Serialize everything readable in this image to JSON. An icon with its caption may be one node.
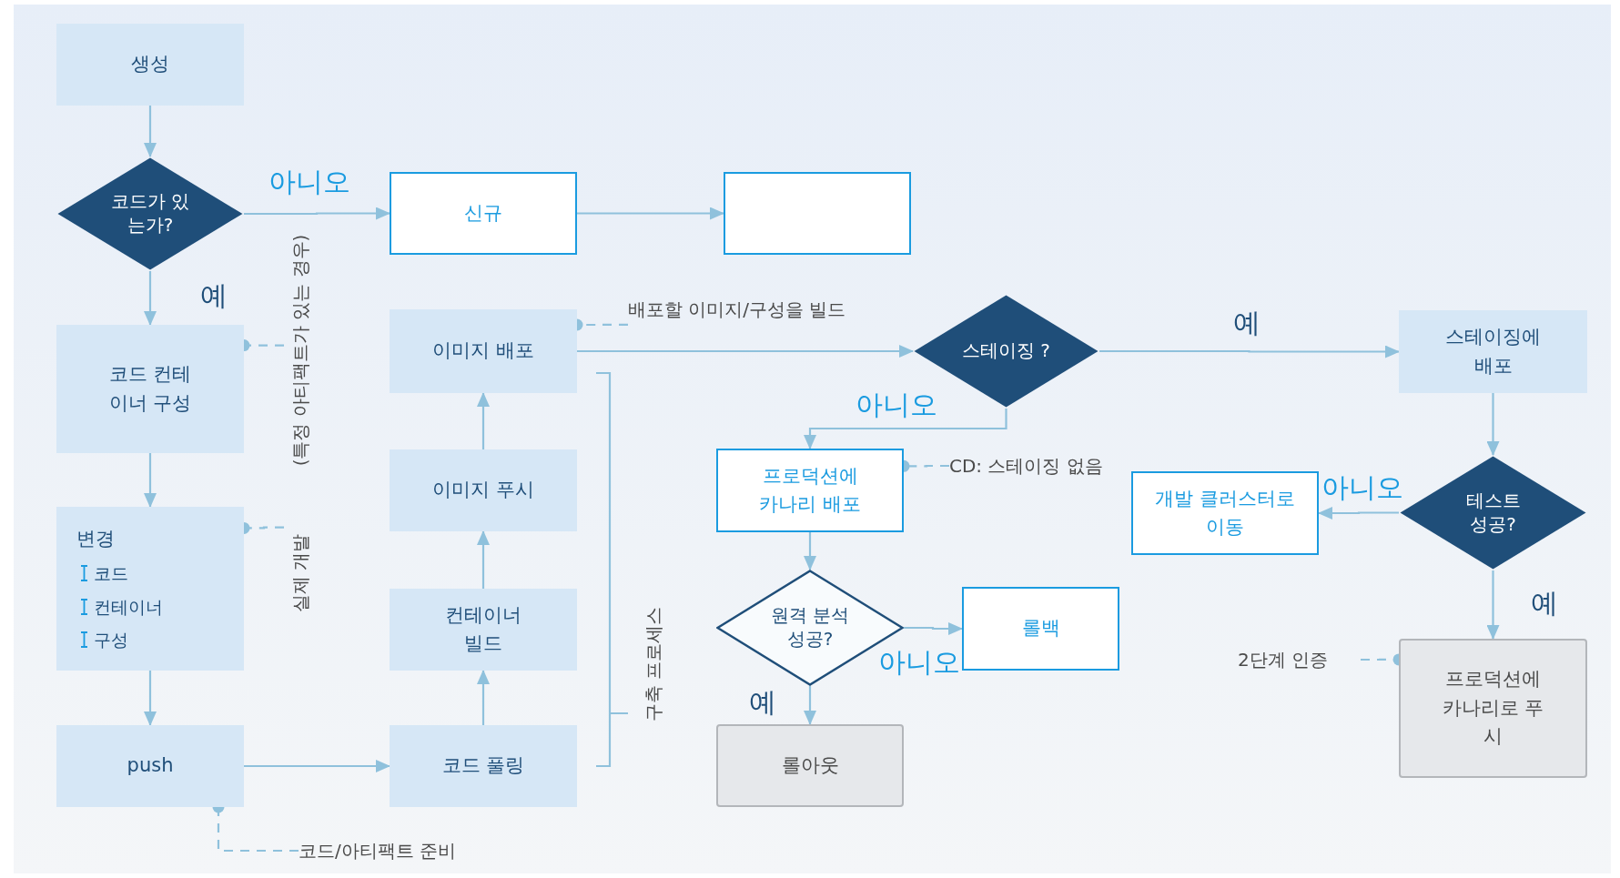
{
  "diagram": {
    "nodes": [
      {
        "text": [
          "생성"
        ]
      },
      {
        "text": [
          "코드가 있는가?"
        ]
      },
      {
        "text": [
          "신규"
        ]
      },
      {
        "text": [],
        "shape": "box"
      },
      {
        "text": [
          "코드 컨테이너 구성"
        ]
      },
      {
        "text": [
          "변경",
          "코드",
          "컨테이너",
          "구성"
        ]
      },
      {
        "text": [
          "push"
        ]
      },
      {
        "text": [
          "이미지 배포"
        ]
      },
      {
        "text": [
          "이미지 푸시"
        ]
      },
      {
        "text": [
          "컨테이너 빌드"
        ]
      },
      {
        "text": [
          "코드 풀링"
        ]
      },
      {
        "text": [
          "스테이징 ?"
        ]
      },
      {
        "text": [
          "스테이징에 배포"
        ]
      },
      {
        "text": [
          "테스트 성공?"
        ]
      },
      {
        "text": [
          "개발 클러스터로 이동"
        ]
      },
      {
        "text": [
          "프로덕션에 카나리 배포"
        ]
      },
      {
        "text": [
          "원격 분석 성공?"
        ]
      },
      {
        "text": [
          "롤백"
        ]
      },
      {
        "text": [
          "프로덕션에 카나리로 푸시"
        ]
      },
      {
        "text": [
          "롤아웃"
        ]
      },
      {
        "text": [
          "배포할 이미지/구성을 빌드"
        ]
      },
      {
        "text": [
          "CD: 스테이징 없음"
        ]
      },
      {
        "text": [
          "2단계 인증"
        ]
      },
      {
        "text": [
          "코드/아티팩트 준비"
        ]
      },
      {
        "text": [
          "(특정 아티팩트가 있는 경우)"
        ]
      },
      {
        "text": [
          "실제 개발"
        ]
      }
    ],
    "edges": [
      {
        "from": 0,
        "to": 1,
        "arrow": "to"
      },
      {
        "from": 1,
        "to": 2,
        "arrow": "to",
        "label": "아니오"
      },
      {
        "from": 2,
        "to": 3,
        "arrow": "to"
      },
      {
        "from": 1,
        "to": 4,
        "arrow": "to",
        "label": "예"
      },
      {
        "from": 4,
        "to": 5,
        "arrow": "to"
      },
      {
        "from": 5,
        "to": 6,
        "arrow": "to"
      },
      {
        "from": 6,
        "to": 10,
        "arrow": "to"
      },
      {
        "from": 10,
        "to": 9,
        "arrow": "to"
      },
      {
        "from": 9,
        "to": 8,
        "arrow": "to"
      },
      {
        "from": 8,
        "to": 7,
        "arrow": "to"
      },
      {
        "from": 7,
        "to": 11,
        "arrow": "to"
      },
      {
        "from": 11,
        "to": 12,
        "arrow": "to",
        "label": "예"
      },
      {
        "from": 11,
        "to": 15,
        "arrow": "to",
        "label": "아니오"
      },
      {
        "from": 12,
        "to": 13,
        "arrow": "to"
      },
      {
        "from": 13,
        "to": 14,
        "arrow": "to",
        "label": "아니오"
      },
      {
        "from": 13,
        "to": 18,
        "arrow": "to",
        "label": "예"
      },
      {
        "from": 15,
        "to": 16,
        "arrow": "to"
      },
      {
        "from": 16,
        "to": 17,
        "arrow": "to",
        "label": "아니오"
      },
      {
        "from": 16,
        "to": 19,
        "arrow": "to",
        "label": "예"
      },
      {
        "from": 20,
        "to": 7,
        "arrow": "other",
        "style": "dashed"
      },
      {
        "from": 21,
        "to": 15,
        "arrow": "other",
        "style": "dashed"
      },
      {
        "from": 22,
        "to": 18,
        "arrow": "other",
        "style": "dashed"
      },
      {
        "from": 23,
        "to": 6,
        "arrow": "other",
        "style": "dashed"
      },
      {
        "from": 24,
        "to": 4,
        "arrow": "other",
        "style": "dashed"
      },
      {
        "from": 25,
        "to": 5,
        "arrow": "other",
        "style": "dashed"
      }
    ],
    "labels": [
      "구축 프로세스"
    ]
  }
}
